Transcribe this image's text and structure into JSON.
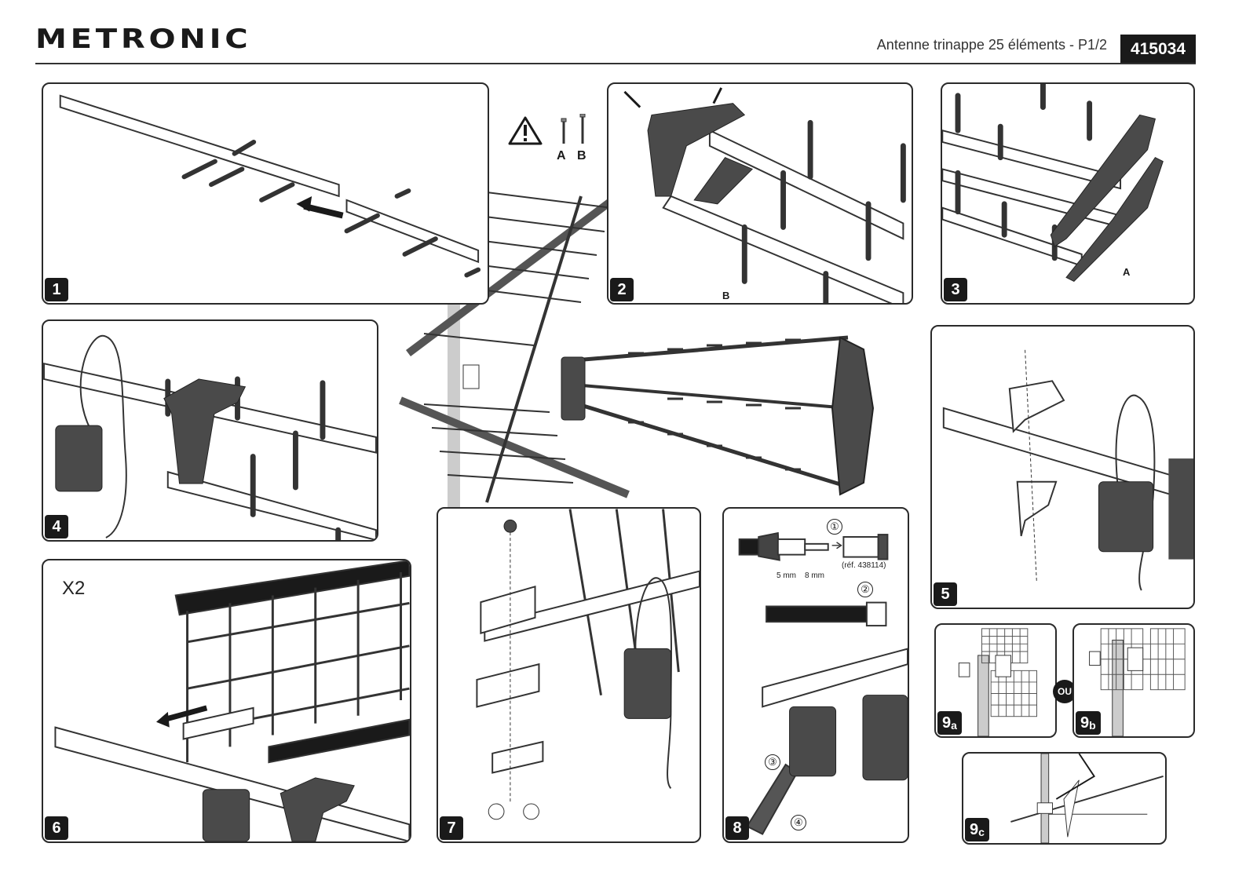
{
  "header": {
    "brand": "METRONIC",
    "doc_title": "Antenne trinappe 25 éléments - P1/2",
    "ref": "415034"
  },
  "warning": {
    "screw_a": "A",
    "screw_b": "B"
  },
  "panels": [
    {
      "id": "1",
      "label": "1"
    },
    {
      "id": "2",
      "label": "2",
      "screw_label": "B"
    },
    {
      "id": "3",
      "label": "3",
      "screw_label": "A"
    },
    {
      "id": "4",
      "label": "4"
    },
    {
      "id": "5",
      "label": "5"
    },
    {
      "id": "6",
      "label": "6",
      "multiplier": "X2"
    },
    {
      "id": "7",
      "label": "7"
    },
    {
      "id": "8",
      "label": "8",
      "dim_5": "5 mm",
      "dim_8": "8 mm",
      "connector_ref": "(réf. 438114)",
      "steps": [
        "①",
        "②",
        "③",
        "④"
      ]
    },
    {
      "id": "9a",
      "label": "9",
      "suffix": "a"
    },
    {
      "id": "9b",
      "label": "9",
      "suffix": "b"
    },
    {
      "id": "9c",
      "label": "9",
      "suffix": "c"
    }
  ],
  "or_label": "OU",
  "colors": {
    "ink": "#1a1a1a",
    "part_grey": "#4a4a4a",
    "mast_grey": "#c8c8c8",
    "frame": "#2a2a2a"
  }
}
